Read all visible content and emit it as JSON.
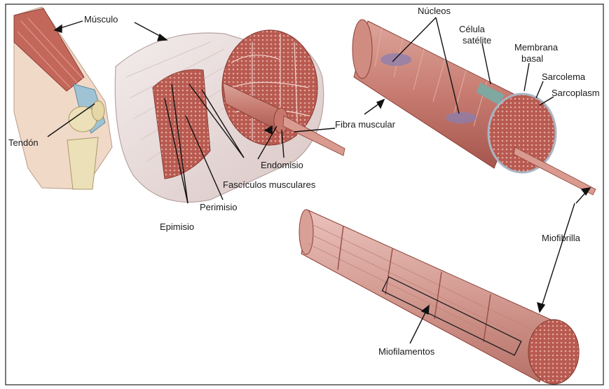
{
  "labels": {
    "musculo": "Músculo",
    "tendon": "Tendón",
    "epimisio": "Epimisio",
    "perimisio": "Perimisio",
    "fasciculos": "Fascículos musculares",
    "endomisio": "Endomisio",
    "fibra_muscular": "Fibra muscular",
    "nucleos": "Núcleos",
    "celula_satelite_1": "Célula",
    "celula_satelite_2": "satélite",
    "membrana_basal_1": "Membrana",
    "membrana_basal_2": "basal",
    "sarcolema": "Sarcolema",
    "sarcoplasma": "Sarcoplasm",
    "miofibrilla": "Miofibrilla",
    "miofilamentos": "Miofilamentos"
  },
  "colors": {
    "muscle_red": "#b85a50",
    "muscle_light": "#e6b3aa",
    "sheath": "#eadedd",
    "tendon_blue": "#8fb4c9",
    "bone": "#ece0b8"
  }
}
